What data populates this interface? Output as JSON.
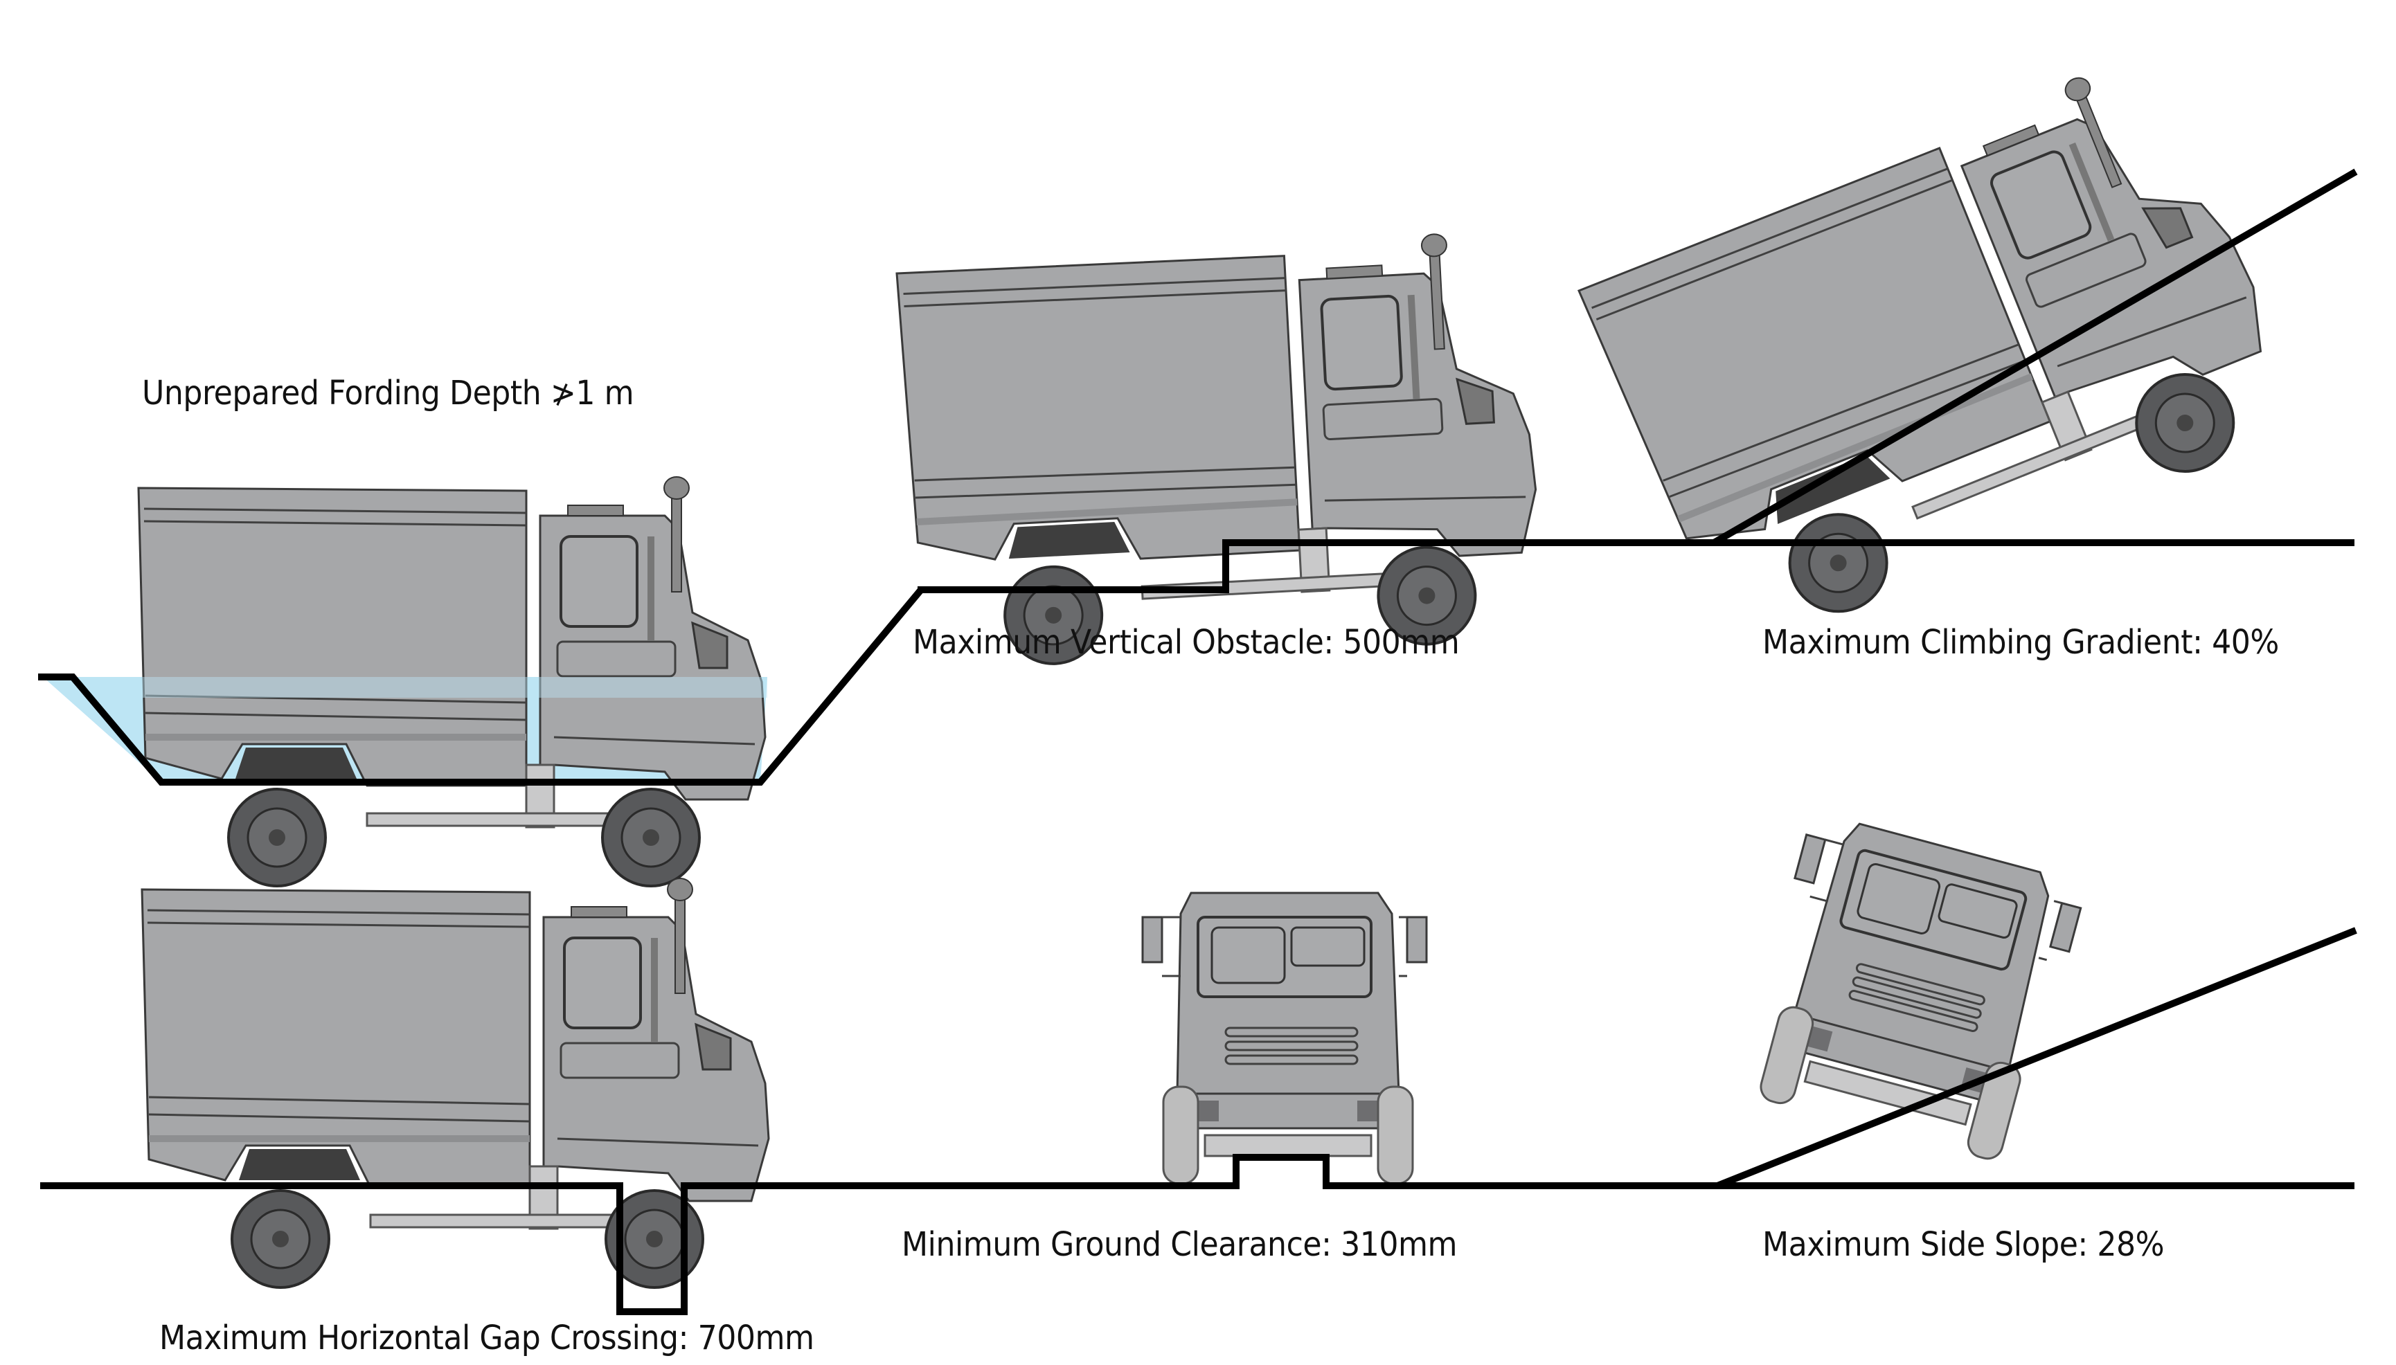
{
  "diagram": {
    "title": "Vehicle Mobility Performance",
    "colors": {
      "terrain": "#000000",
      "water": "#BDE5F4",
      "vehicle_body": "#A6A7A9",
      "text": "#111111"
    },
    "panels": [
      {
        "id": "fording",
        "label": "Unprepared Fording Depth ≯1 m",
        "view": "side"
      },
      {
        "id": "vertical-obstacle",
        "label": "Maximum Vertical Obstacle: 500mm",
        "view": "side"
      },
      {
        "id": "climbing-gradient",
        "label": "Maximum Climbing Gradient: 40%",
        "view": "side"
      },
      {
        "id": "gap-crossing",
        "label": "Maximum Horizontal Gap Crossing: 700mm",
        "view": "side"
      },
      {
        "id": "ground-clearance",
        "label": "Minimum Ground Clearance: 310mm",
        "view": "front"
      },
      {
        "id": "side-slope",
        "label": "Maximum Side Slope: 28%",
        "view": "front"
      }
    ]
  }
}
